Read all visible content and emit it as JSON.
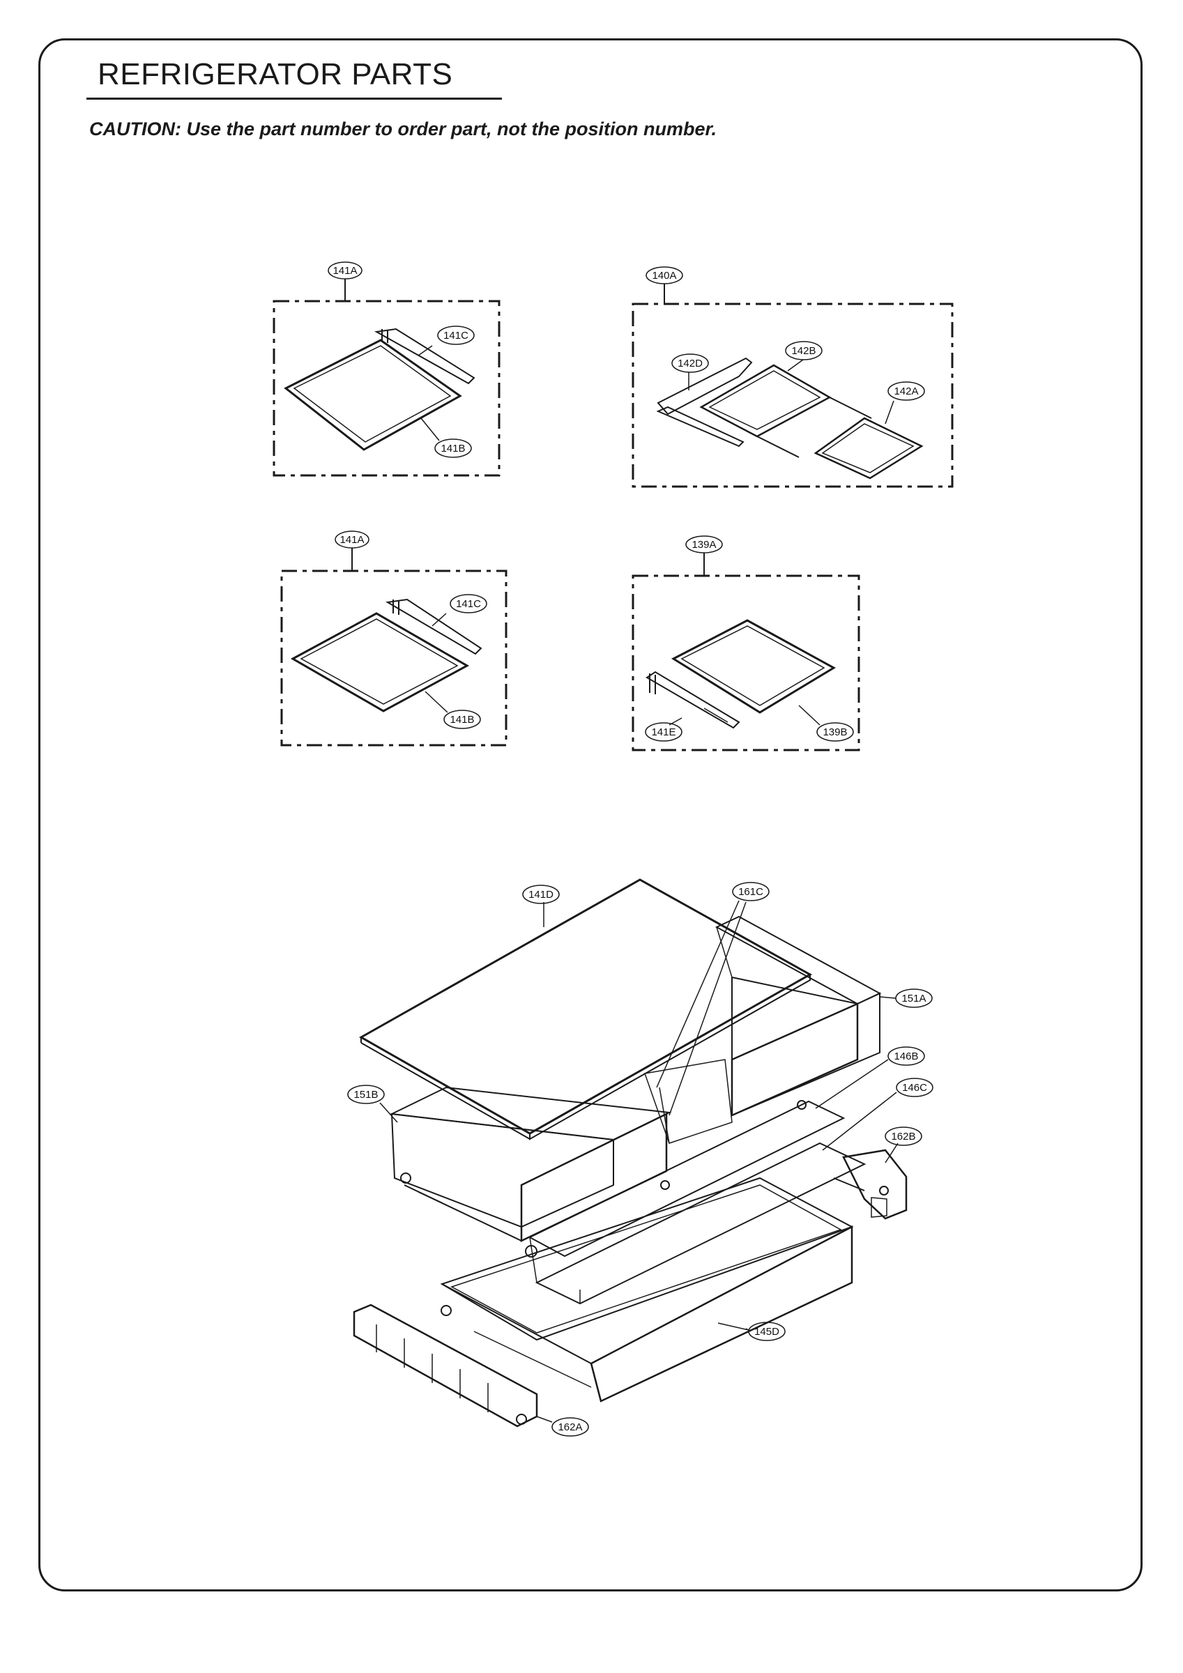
{
  "header": {
    "title": "REFRIGERATOR PARTS",
    "caution": "CAUTION: Use the part number to order part, not the position number."
  },
  "assemblies": {
    "shelf_top_left": {
      "label": "141A",
      "parts": {
        "bracket": "141C",
        "shelf": "141B"
      }
    },
    "shelf_top_right": {
      "label": "140A",
      "parts": {
        "rail": "142D",
        "frame": "142B",
        "glass": "142A"
      }
    },
    "shelf_mid_left": {
      "label": "141A",
      "parts": {
        "bracket": "141C",
        "shelf": "141B"
      }
    },
    "shelf_mid_right": {
      "label": "139A",
      "parts": {
        "bracket": "141E",
        "shelf": "139B"
      }
    }
  },
  "drawer_assembly": {
    "cover": "141D",
    "divider": "161C",
    "right_drawer": "151A",
    "left_drawer": "151B",
    "rail_b": "146B",
    "rail_c": "146C",
    "right_guide": "162B",
    "lower_drawer": "145D",
    "left_guide": "162A"
  },
  "colors": {
    "line": "#1a1a1a",
    "background": "#ffffff"
  }
}
